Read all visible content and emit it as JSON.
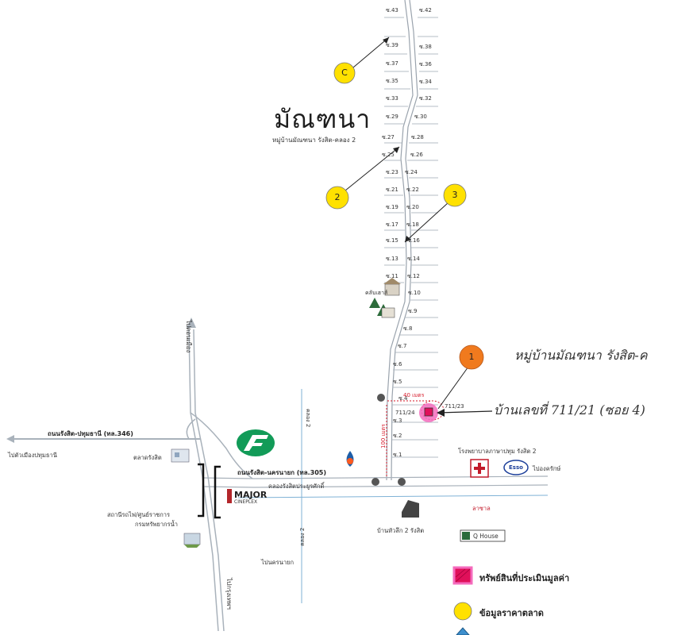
{
  "village": {
    "name": "มัณฑนา",
    "subtitle": "หมู่บ้านมัณฑนา รังสิต-คลอง 2"
  },
  "markers": [
    {
      "label": "C",
      "color": "#ffe100"
    },
    {
      "label": "2",
      "color": "#ffe100"
    },
    {
      "label": "3",
      "color": "#ffe100"
    },
    {
      "label": "1",
      "color": "#f07a1e"
    }
  ],
  "lots_left": [
    "ซ.43",
    "ซ.39",
    "ซ.37",
    "ซ.35",
    "ซ.33",
    "ซ.29",
    "ซ.27",
    "ซ.25",
    "ซ.23",
    "ซ.21",
    "ซ.19",
    "ซ.17",
    "ซ.15",
    "ซ.13",
    "ซ.11"
  ],
  "lots_right": [
    "ซ.42",
    "ซ.38",
    "ซ.36",
    "ซ.34",
    "ซ.32",
    "ซ.30",
    "ซ.28",
    "ซ.26",
    "ซ.24",
    "ซ.22",
    "ซ.20",
    "ซ.18",
    "ซ.16",
    "ซ.14",
    "ซ.12"
  ],
  "lots_lower": [
    "ซ.10",
    "ซ.9",
    "ซ.8",
    "ซ.7",
    "ซ.6",
    "ซ.5",
    "ซ.4",
    "ซ.3",
    "ซ.2",
    "ซ.1"
  ],
  "places": {
    "clubhouse": "คลับเฮาส์",
    "subject_address": "711/23",
    "subject_address_left": "711/24",
    "soi_label": "ซ.4",
    "distance_top": "40 เมตร",
    "distance_side": "100 เมตร",
    "road_rangsit_pathum": "ถนนรังสิต-ปทุมธานี (ทล.346)",
    "road_rangsit_nakhon": "ถนนรังสิต-นครนายก (ทล.305)",
    "to_pathum": "ไปตัวเมืองปทุมธานี",
    "market": "ตลาดรังสิต",
    "canal": "คลองรังสิตประยูรศักดิ์",
    "major": "MAJOR",
    "major_sub": "CINEPLEX",
    "school": "โรงพยาบาลภาษาปทุม รังสิต 2",
    "to_ongkharak": "ไปองครักษ์",
    "esso": "Esso",
    "govt": "สถานีรถไฟ/ศูนย์ราชการ",
    "govt_sub": "กรมทรัพยากรน้ำ",
    "village_house": "บ้านหัวลึก 2 รังสิต",
    "qhouse": "Q House",
    "kasikorn_top": "ลาซาล",
    "to_nakhon": "ไปนครนายก",
    "to_donmuang": "ไปดอนเมือง",
    "to_bangkok": "ไปกรุงเทพฯ",
    "klong2_top": "คลอง 2",
    "klong2_bottom": "คลอง 2"
  },
  "annotations": {
    "village_note": "หมู่บ้านมัณฑนา รังสิต-ค",
    "house_note": "บ้านเลขที่ 711/21 (ซอย 4)"
  },
  "legend": [
    {
      "label": "ทรัพย์สินที่ประเมินมูลค่า",
      "color": "#e0105a"
    },
    {
      "label": "ข้อมูลราคาตลาด",
      "color": "#ffe100"
    }
  ]
}
